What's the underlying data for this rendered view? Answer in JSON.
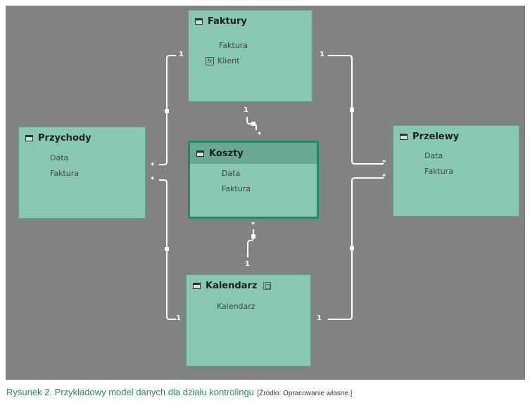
{
  "tables": {
    "faktury": {
      "name": "Faktury",
      "fields": [
        "Faktura",
        "Klient"
      ]
    },
    "przychody": {
      "name": "Przychody",
      "fields": [
        "Data",
        "Faktura"
      ]
    },
    "koszty": {
      "name": "Koszty",
      "fields": [
        "Data",
        "Faktura"
      ]
    },
    "przelewy": {
      "name": "Przelewy",
      "fields": [
        "Data",
        "Faktura"
      ]
    },
    "kalendarz": {
      "name": "Kalendarz",
      "fields": [
        "Kalendarz"
      ]
    }
  },
  "icons": {
    "table": "table-icon",
    "calculated": "fx-icon",
    "date_table": "calendar-icon"
  },
  "relationships": [
    {
      "from": "faktury",
      "to": "przychody",
      "from_card": "1",
      "to_card": "*"
    },
    {
      "from": "faktury",
      "to": "przelewy",
      "from_card": "1",
      "to_card": "*"
    },
    {
      "from": "faktury",
      "to": "koszty",
      "from_card": "1",
      "to_card": "*"
    },
    {
      "from": "kalendarz",
      "to": "przychody",
      "from_card": "1",
      "to_card": "*"
    },
    {
      "from": "kalendarz",
      "to": "przelewy",
      "from_card": "1",
      "to_card": "*"
    },
    {
      "from": "kalendarz",
      "to": "koszty",
      "from_card": "1",
      "to_card": "*"
    }
  ],
  "caption": {
    "main": "Rysunek 2. Przykładowy model danych dla działu kontrolingu",
    "source": "[Źródło: Opracowanie własne.]"
  },
  "colors": {
    "canvas": "#828282",
    "table_fill": "#87c8b5",
    "selected_border": "#1f8a6c",
    "caption": "#1f8a6c",
    "connector": "#ffffff"
  }
}
